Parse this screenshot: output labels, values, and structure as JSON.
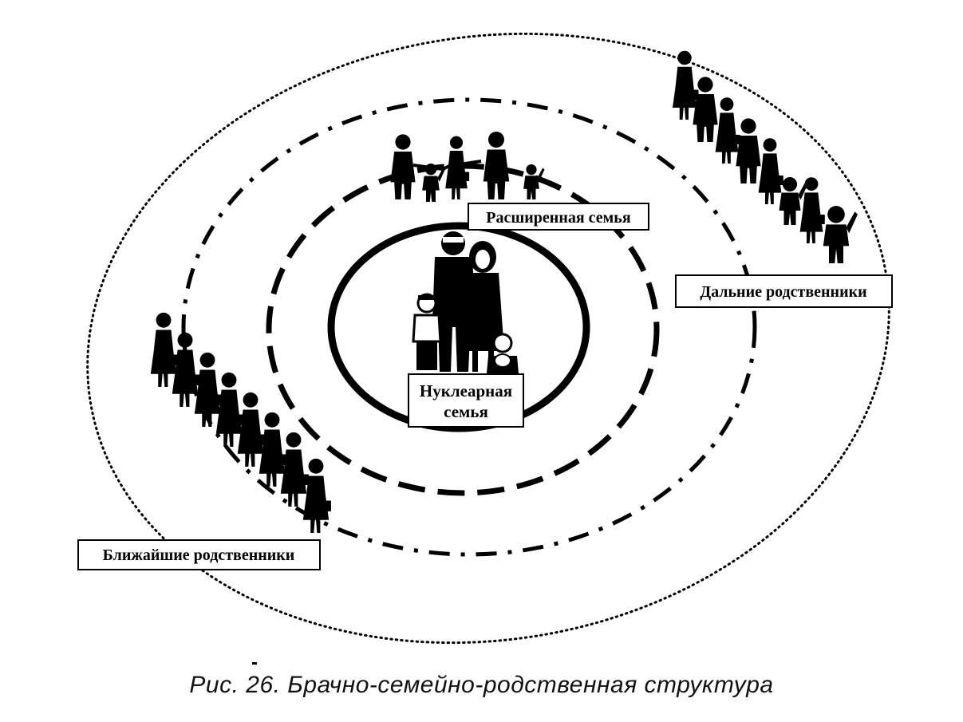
{
  "labels": {
    "extended_family": "Расширенная семья",
    "distant_relatives": "Дальние родственники",
    "nuclear_family_line1": "Нуклеарная",
    "nuclear_family_line2": "семья",
    "closest_relatives": "Ближайшие родственники"
  },
  "caption": "Рис. 26.  Брачно-семейно-родственная структура",
  "colors": {
    "ink": "#000000",
    "paper": "#ffffff"
  }
}
